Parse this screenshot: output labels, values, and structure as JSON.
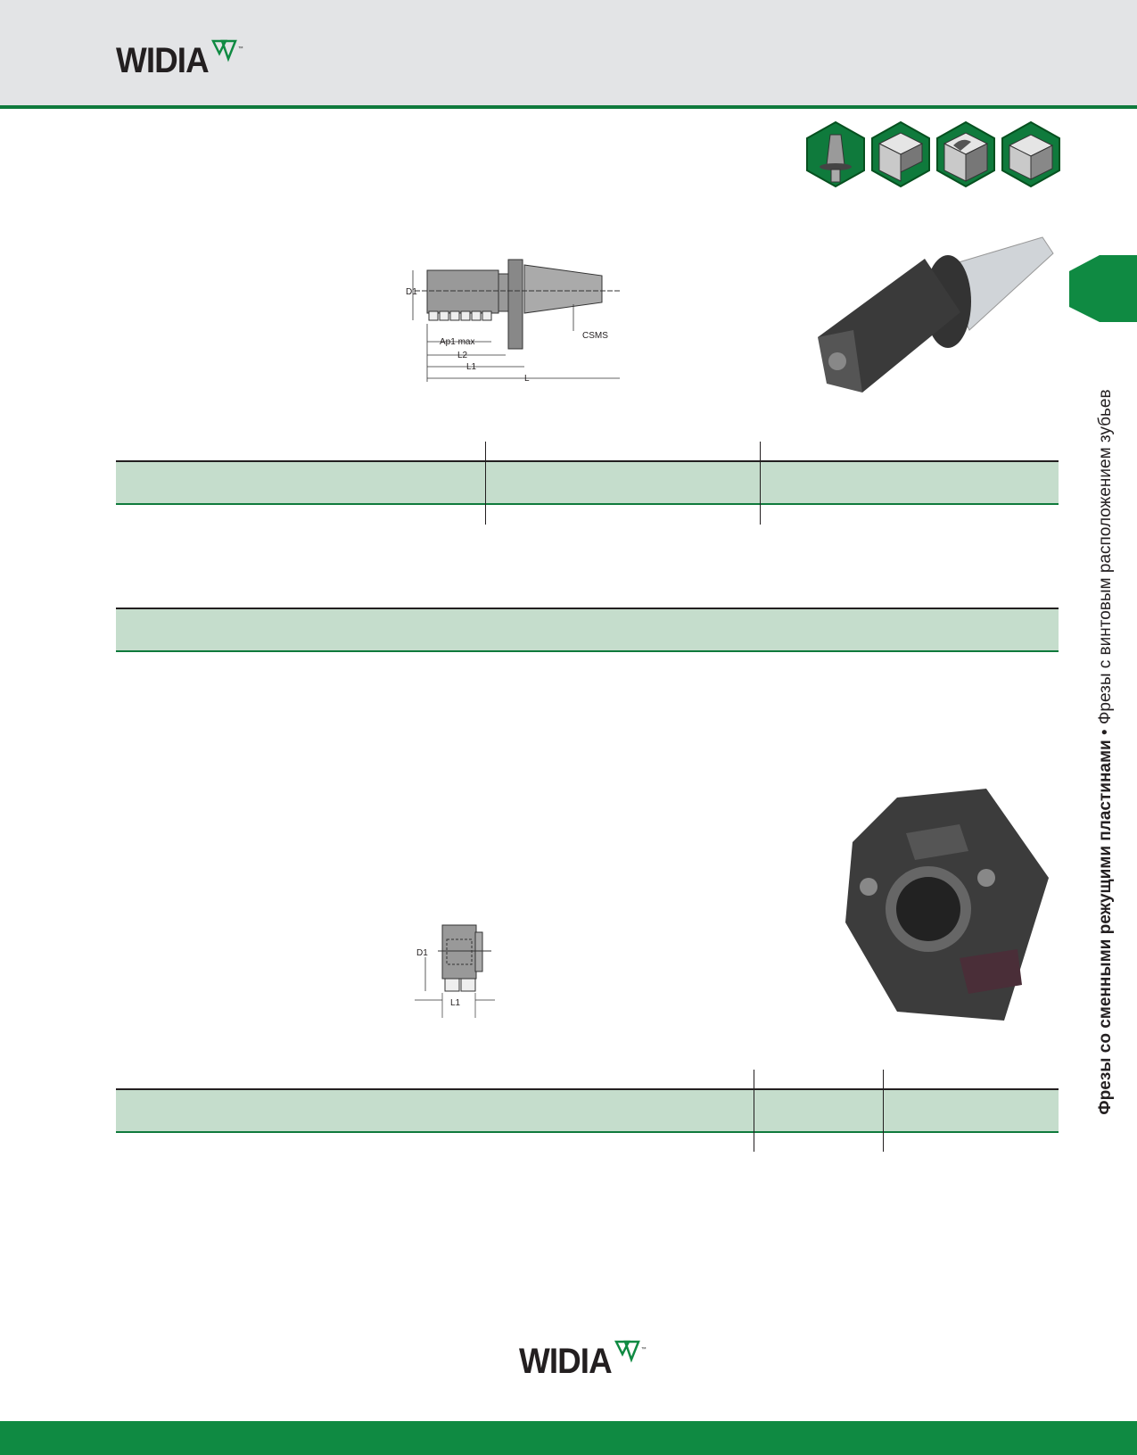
{
  "header": {
    "logo": "WIDIA",
    "trademark": "™"
  },
  "icons": [
    "tool-holder-icon",
    "shoulder-milling-icon",
    "slotting-icon",
    "face-milling-icon"
  ],
  "diagram1": {
    "labels": {
      "d1": "D1",
      "ap1": "Ap1 max",
      "l2": "L2",
      "l1": "L1",
      "l": "L",
      "csms": "CSMS"
    }
  },
  "diagram2": {
    "labels": {
      "d1": "D1",
      "l1": "L1"
    }
  },
  "side_tab": {
    "title_bold": "Фрезы со сменными режущими пластинами",
    "bullet": "•",
    "subtitle": "Фрезы с винтовым расположением зубьев"
  },
  "footer": {
    "logo": "WIDIA",
    "trademark": "™"
  },
  "colors": {
    "brand_green": "#0f7a3c",
    "table_green": "#c5ddcc",
    "header_gray": "#e3e4e6"
  }
}
